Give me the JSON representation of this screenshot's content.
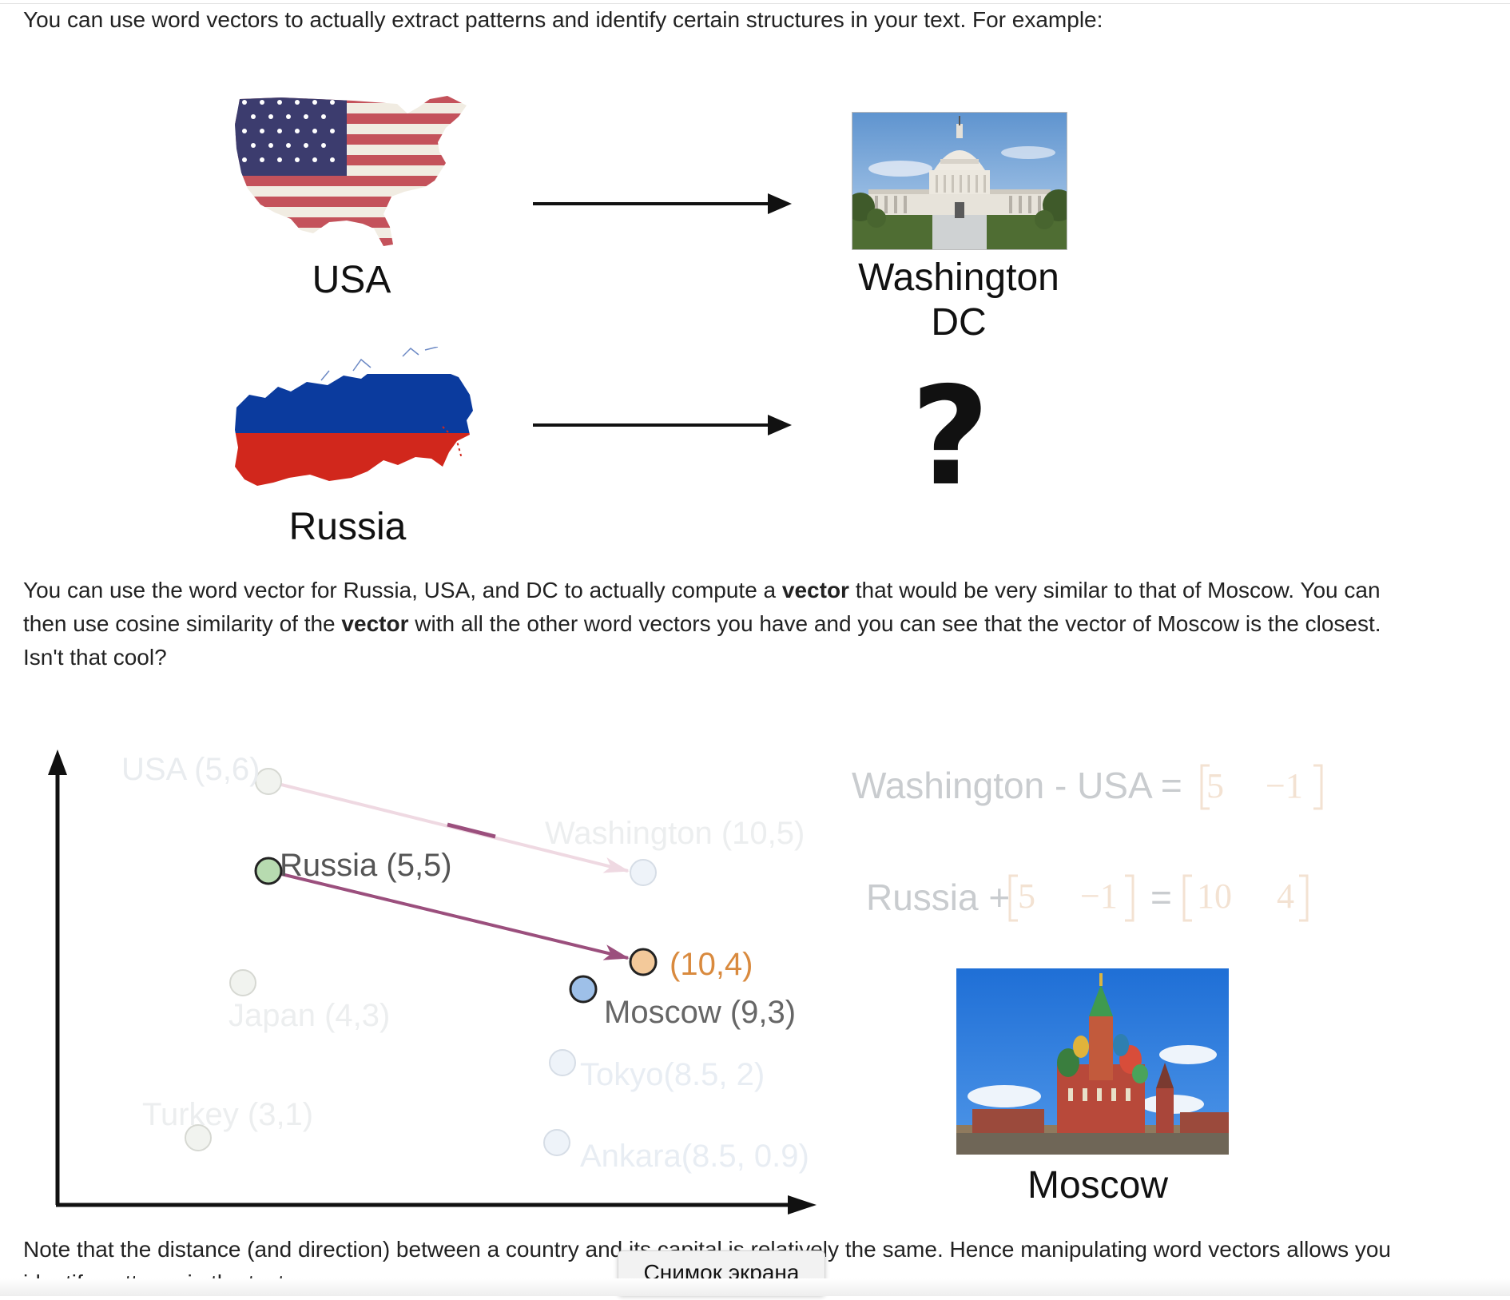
{
  "intro_text": "You can use word vectors to actually extract patterns and identify certain structures in your text. For example:",
  "figure1": {
    "usa_label": "USA",
    "capital_label_line1": "Washington",
    "capital_label_line2": "DC",
    "russia_label": "Russia",
    "unknown_mark": "?"
  },
  "paragraph2": {
    "part1": "You can use the word vector for Russia, USA, and DC to actually compute a ",
    "bold1": "vector",
    "part2": " that would be very similar to that of Moscow. You can then use cosine similarity of the ",
    "bold2": "vector",
    "part3": " with all the other word vectors you have and you can see that the vector of Moscow is the closest. Isn't that cool?"
  },
  "figure2": {
    "points": [
      {
        "label": "USA (5,6)",
        "faded": true
      },
      {
        "label": "Russia (5,5)",
        "faded": false
      },
      {
        "label": "Washington  (10,5)",
        "faded": true
      },
      {
        "label": "(10,4)",
        "faded": false
      },
      {
        "label": "Moscow (9,3)",
        "faded": false
      },
      {
        "label": "Japan (4,3)",
        "faded": true
      },
      {
        "label": "Tokyo(8.5, 2)",
        "faded": true
      },
      {
        "label": "Turkey (3,1)",
        "faded": true
      },
      {
        "label": "Ankara(8.5, 0.9)",
        "faded": true
      }
    ],
    "eq1_prefix": "Washington - USA =",
    "eq1_vector": [
      "5",
      "−1"
    ],
    "eq2_prefix": "Russia +",
    "eq2_vector": [
      "5",
      "−1"
    ],
    "eq2_equals": "=",
    "eq2_result": [
      "10",
      "4"
    ],
    "moscow_caption": "Moscow",
    "colors": {
      "russia_point": "#b7dbb0",
      "result_point": "#f3c99a",
      "result_label": "#d98a3e",
      "moscow_point": "#9ec0e8",
      "arrow": "#9b4f7d",
      "faded_arrow": "#efd9e2"
    }
  },
  "paragraph3": "Note that the distance (and direction) between a country and its capital is relatively the same. Hence manipulating word vectors allows you identify patterns in the text.",
  "toast": "Снимок экрана"
}
